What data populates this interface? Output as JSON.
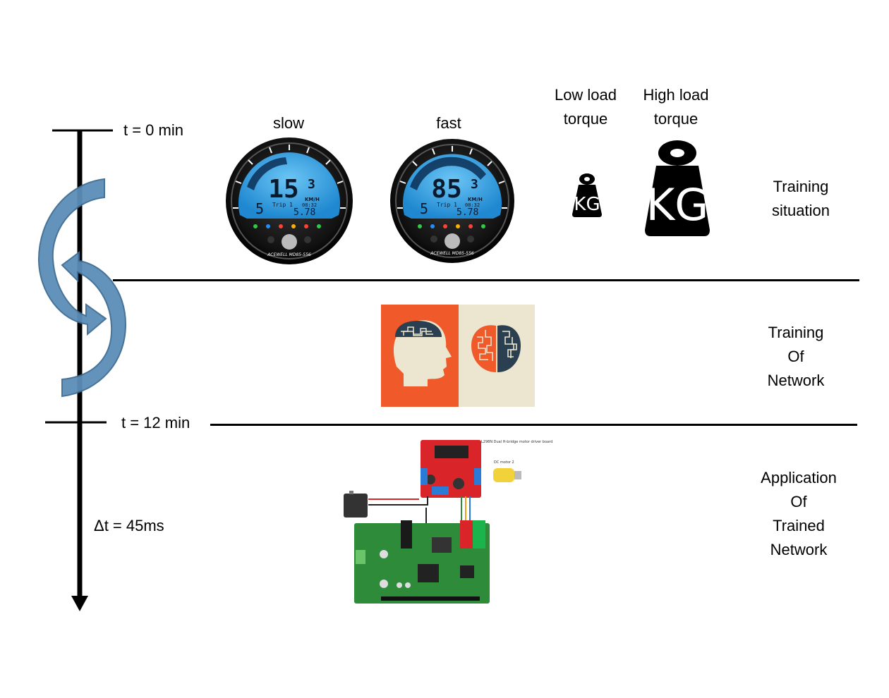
{
  "timeline": {
    "t0_label": "t = 0 min",
    "t12_label": "t = 12 min",
    "dt_label": "Δt = 45ms"
  },
  "training_situation": {
    "speed_slow": {
      "label": "slow",
      "speed_main": "15",
      "speed_decimal": "3",
      "unit": "KM/H",
      "trip_label": "Trip 1",
      "trip_value": "5.78",
      "clock": "08:32",
      "gear": "5",
      "brand": "ACEWELL MD85-556"
    },
    "speed_fast": {
      "label": "fast",
      "speed_main": "85",
      "speed_decimal": "3",
      "unit": "KM/H",
      "trip_label": "Trip 1",
      "trip_value": "5.78",
      "clock": "08:32",
      "gear": "5",
      "brand": "ACEWELL MD85-556"
    },
    "low_load": {
      "label_line1": "Low load",
      "label_line2": "torque",
      "weight_text": "KG"
    },
    "high_load": {
      "label_line1": "High load",
      "label_line2": "torque",
      "weight_text": "KG"
    },
    "phase_label_line1": "Training",
    "phase_label_line2": "situation"
  },
  "training_network": {
    "label_line1": "Training",
    "label_line2": "Of",
    "label_line3": "Network"
  },
  "application": {
    "label_line1": "Application",
    "label_line2": "Of",
    "label_line3": "Trained",
    "label_line4": "Network",
    "board_caption": "L298N Dual H-bridge motor driver board",
    "motor_caption": "DC motor 2"
  },
  "colors": {
    "arrow_fill": "#5b8db8",
    "arrow_stroke": "#3f6c93",
    "lcd_blue": "#3aa9e8",
    "brain_orange": "#f05a2a",
    "brain_beige": "#ece5cf",
    "pcb_green": "#2e8b3a",
    "pcb_red": "#d9252a"
  }
}
